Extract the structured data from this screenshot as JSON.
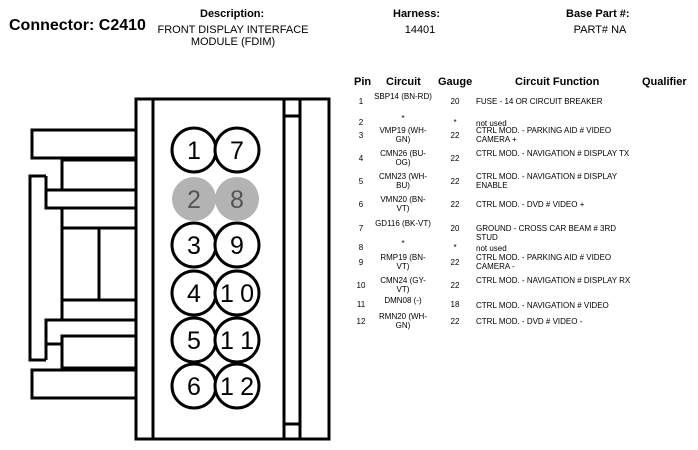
{
  "header": {
    "connector": "Connector: C2410",
    "description_label": "Description:",
    "description_line1": "FRONT DISPLAY INTERFACE",
    "description_line2": "MODULE (FDIM)",
    "harness_label": "Harness:",
    "harness_value": "14401",
    "base_part_label": "Base Part #:",
    "base_part_value": "PART# NA"
  },
  "table": {
    "headers": [
      "Pin",
      "Circuit",
      "Gauge",
      "Circuit Function",
      "Qualifier"
    ],
    "rows": [
      {
        "pin": "1",
        "circuit": "SBP14 (BN-RD)",
        "gauge": "20",
        "function": "FUSE - 14 OR CIRCUIT BREAKER"
      },
      {
        "pin": "2",
        "circuit": "*",
        "gauge": "*",
        "function": "not used"
      },
      {
        "pin": "3",
        "circuit": "VMP19 (WH-GN)",
        "gauge": "22",
        "function": "CTRL MOD. - PARKING AID # VIDEO CAMERA +"
      },
      {
        "pin": "4",
        "circuit": "CMN26 (BU-OG)",
        "gauge": "22",
        "function": "CTRL MOD. - NAVIGATION # DISPLAY TX"
      },
      {
        "pin": "5",
        "circuit": "CMN23 (WH-BU)",
        "gauge": "22",
        "function": "CTRL MOD. - NAVIGATION # DISPLAY ENABLE"
      },
      {
        "pin": "6",
        "circuit": "VMN20 (BN-VT)",
        "gauge": "22",
        "function": "CTRL MOD. - DVD # VIDEO +"
      },
      {
        "pin": "7",
        "circuit": "GD116 (BK-VT)",
        "gauge": "20",
        "function": "GROUND - CROSS CAR BEAM # 3RD STUD"
      },
      {
        "pin": "8",
        "circuit": "*",
        "gauge": "*",
        "function": "not used"
      },
      {
        "pin": "9",
        "circuit": "RMP19 (BN-VT)",
        "gauge": "22",
        "function": "CTRL MOD. - PARKING AID # VIDEO CAMERA -"
      },
      {
        "pin": "10",
        "circuit": "CMN24 (GY-VT)",
        "gauge": "22",
        "function": "CTRL MOD. - NAVIGATION # DISPLAY RX"
      },
      {
        "pin": "11",
        "circuit": "DMN08 (-)",
        "gauge": "18",
        "function": "CTRL MOD. - NAVIGATION # VIDEO"
      },
      {
        "pin": "12",
        "circuit": "RMN20 (WH-GN)",
        "gauge": "22",
        "function": "CTRL MOD. - DVD # VIDEO -"
      }
    ]
  },
  "connector_pins": [
    {
      "label": "1",
      "used": true
    },
    {
      "label": "7",
      "used": true
    },
    {
      "label": "2",
      "used": false
    },
    {
      "label": "8",
      "used": false
    },
    {
      "label": "3",
      "used": true
    },
    {
      "label": "9",
      "used": true
    },
    {
      "label": "4",
      "used": true
    },
    {
      "label": "10",
      "used": true
    },
    {
      "label": "5",
      "used": true
    },
    {
      "label": "11",
      "used": true
    },
    {
      "label": "6",
      "used": true
    },
    {
      "label": "12",
      "used": true
    }
  ],
  "colors": {
    "unused_pin": "#b3b3b3",
    "line": "#000000"
  }
}
